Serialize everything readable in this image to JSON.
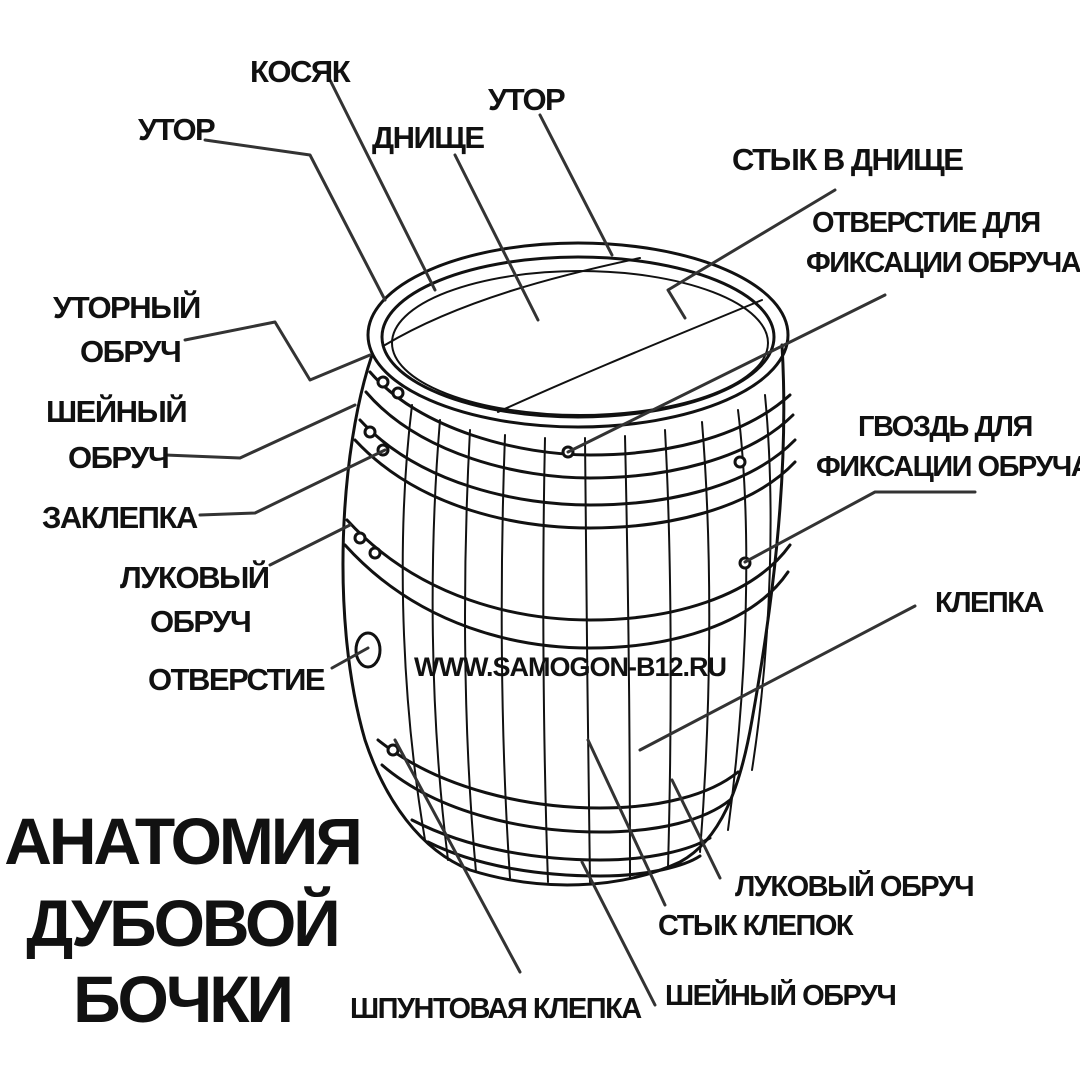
{
  "title": [
    "АНАТОМИЯ",
    "ДУБОВОЙ",
    "БОЧКИ"
  ],
  "website": "WWW.SAMOGON-B12.RU",
  "labels": {
    "kosyak": "КОСЯК",
    "utor_left": "УТОР",
    "dnische": "ДНИЩЕ",
    "utor_right": "УТОР",
    "styk_v_dnische": "СТЫК В ДНИЩЕ",
    "otverstie_fiks_1": "ОТВЕРСТИЕ ДЛЯ",
    "otverstie_fiks_2": "ФИКСАЦИИ ОБРУЧА",
    "utorny_1": "УТОРНЫЙ",
    "utorny_2": "ОБРУЧ",
    "sheyny_1": "ШЕЙНЫЙ",
    "sheyny_2": "ОБРУЧ",
    "zaklepka": "ЗАКЛЕПКА",
    "gvozd_1": "ГВОЗДЬ ДЛЯ",
    "gvozd_2": "ФИКСАЦИИ ОБРУЧА",
    "lukovy_1": "ЛУКОВЫЙ",
    "lukovy_2": "ОБРУЧ",
    "klepka": "КЛЕПКА",
    "otverstie": "ОТВЕРСТИЕ",
    "lukovy_obruch_bottom": "ЛУКОВЫЙ ОБРУЧ",
    "styk_klepok": "СТЫК КЛЕПОК",
    "shpuntovaya": "ШПУНТОВАЯ КЛЕПКА",
    "sheyny_obruch_bottom": "ШЕЙНЫЙ ОБРУЧ"
  }
}
